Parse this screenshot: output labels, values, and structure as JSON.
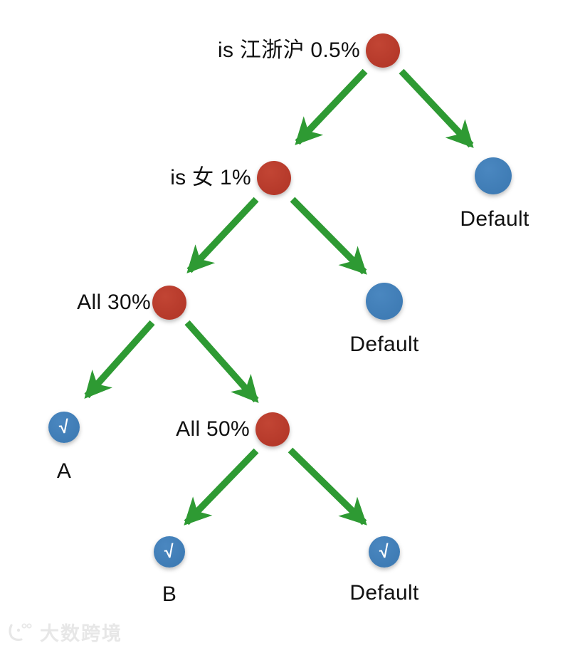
{
  "diagram": {
    "type": "decision-tree",
    "colors": {
      "decision_node": "#b5392a",
      "leaf_node": "#3f7cb5",
      "arrow": "#2e9a33",
      "check_mark": "#ffffff",
      "label_text": "#111111",
      "watermark": "#e7e7e7"
    },
    "icons": {
      "check": "√"
    },
    "nodes": [
      {
        "id": "root",
        "label": "is 江浙沪 0.5%",
        "type": "decision"
      },
      {
        "id": "female",
        "label": "is 女 1%",
        "type": "decision"
      },
      {
        "id": "default1",
        "label": "Default",
        "type": "leaf"
      },
      {
        "id": "all30",
        "label": "All 30%",
        "type": "decision"
      },
      {
        "id": "default2",
        "label": "Default",
        "type": "leaf"
      },
      {
        "id": "a",
        "label": "A",
        "type": "leaf-check"
      },
      {
        "id": "all50",
        "label": "All 50%",
        "type": "decision"
      },
      {
        "id": "b",
        "label": "B",
        "type": "leaf-check"
      },
      {
        "id": "default3",
        "label": "Default",
        "type": "leaf-check"
      }
    ],
    "edges": [
      {
        "from": "root",
        "to": "female"
      },
      {
        "from": "root",
        "to": "default1"
      },
      {
        "from": "female",
        "to": "all30"
      },
      {
        "from": "female",
        "to": "default2"
      },
      {
        "from": "all30",
        "to": "a"
      },
      {
        "from": "all30",
        "to": "all50"
      },
      {
        "from": "all50",
        "to": "b"
      },
      {
        "from": "all50",
        "to": "default3"
      }
    ]
  },
  "watermark": {
    "text": "大数跨境"
  }
}
